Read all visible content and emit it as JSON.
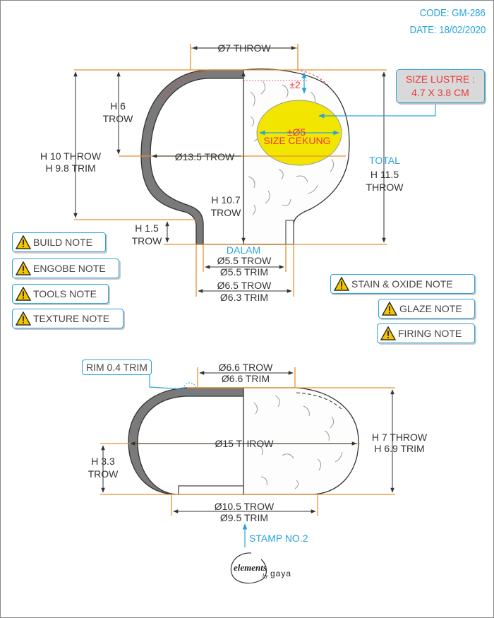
{
  "header": {
    "code": "CODE: GM-286",
    "date": "DATE: 18/02/2020"
  },
  "size_lustre": {
    "line1": "SIZE LUSTRE :",
    "line2": "4.7 X 3.8 CM"
  },
  "top_view": {
    "dia_top": "Ø7 THROW",
    "tol": "±2",
    "h6_a": "H 6",
    "h6_b": "TROW",
    "h10_a": "H 10 THROW",
    "h10_b": "H 9.8 TRIM",
    "dia_mid": "Ø13.5 TROW",
    "total_a": "TOTAL",
    "total_b": "H 11.5",
    "total_c": "THROW",
    "h107_a": "H 10.7",
    "h107_b": "TROW",
    "h15_a": "H 1.5",
    "h15_b": "TROW",
    "dalam": "DALAM",
    "foot_in_a": "Ø5.5 TROW",
    "foot_in_b": "Ø5.5 TRIM",
    "foot_out_a": "Ø6.5 TROW",
    "foot_out_b": "Ø6.3 TRIM",
    "cekung_a": "±Ø5",
    "cekung_b": "SIZE CEKUNG"
  },
  "bottom_view": {
    "rim": "RIM 0.4 TRIM",
    "dia_top_a": "Ø6.6 TROW",
    "dia_top_b": "Ø6.6 TRIM",
    "dia_mid": "Ø15 THROW",
    "h7_a": "H 7 THROW",
    "h7_b": "H 6.9 TRIM",
    "h33_a": "H 3.3",
    "h33_b": "TROW",
    "base_a": "Ø10.5 TROW",
    "base_b": "Ø9.5 TRIM",
    "stamp": "STAMP NO.2"
  },
  "notes_left": [
    "BUILD NOTE",
    "ENGOBE NOTE",
    "TOOLS NOTE",
    "TEXTURE NOTE"
  ],
  "notes_right": [
    "STAIN & OXIDE NOTE",
    "GLAZE NOTE",
    "FIRING NOTE"
  ],
  "logo": {
    "main": "elements",
    "by": "by",
    "brand": "gaya"
  },
  "colors": {
    "dimension": "#e8912d",
    "accent": "#29a3dd",
    "red": "#e8383d",
    "glaze_spot": "#f2e600",
    "body": "#7a7a7a"
  }
}
